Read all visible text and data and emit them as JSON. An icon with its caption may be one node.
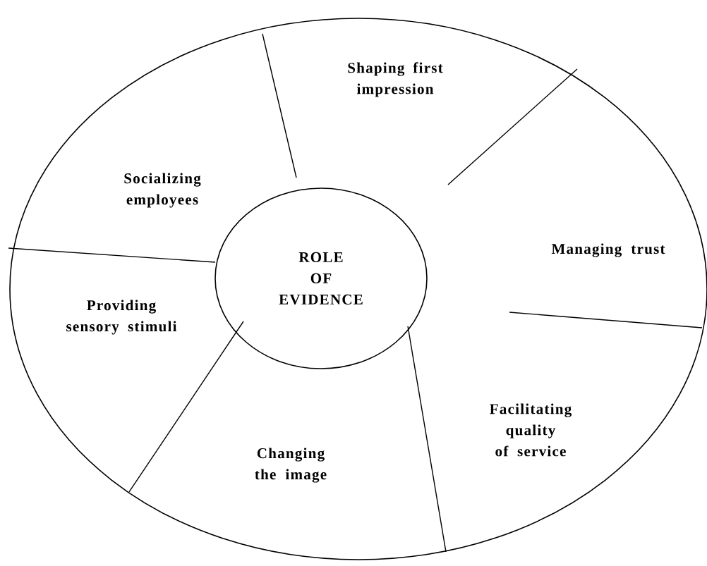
{
  "diagram": {
    "nodes": [
      {
        "text": [
          "ROLE OF EVIDENCE"
        ]
      },
      {
        "text": [
          "Shaping first impression"
        ]
      },
      {
        "text": [
          "Managing trust"
        ]
      },
      {
        "text": [
          "Facilitating quality of service"
        ]
      },
      {
        "text": [
          "Changing the image"
        ]
      },
      {
        "text": [
          "Providing sensory stimuli"
        ]
      },
      {
        "text": [
          "Socializing employees"
        ]
      }
    ]
  }
}
